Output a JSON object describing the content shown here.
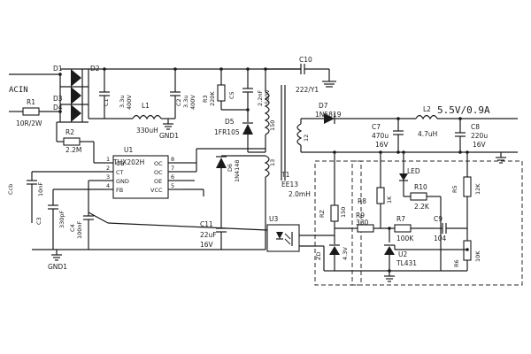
{
  "input": {
    "acin": "ACIN"
  },
  "output": {
    "rating": "5.5V/0.9A"
  },
  "components": {
    "d1": "D1",
    "d2": "D2",
    "d3": "D3",
    "d4": "D4",
    "r1": "R1",
    "r1_val": "10R/2W",
    "r2": "R2",
    "r2_val": "2.2M",
    "c1": "C1",
    "c1_val": "3.3u",
    "c1_v": "400V",
    "l1": "L1",
    "l1_val": "330uH",
    "c2": "C2",
    "c2_val": "3.3u",
    "c2_v": "400V",
    "gnd1": "GND1",
    "r3": "R3",
    "r3_val": "220K",
    "c5": "C5",
    "c5_val": "2.2nF",
    "c5_v": "500V",
    "c10": "C10",
    "c10_val": "222/Y1",
    "d5": "D5",
    "d5_val": "1FR105",
    "d6": "D6",
    "d6_val": "1N4148",
    "d7": "D7",
    "d7_val": "1N5819",
    "u1": "U1",
    "u1_val": "THX202H",
    "pin_ob": "OB",
    "pin_ct": "CT",
    "pin_gnd": "GND",
    "pin_fb": "FB",
    "pin_oc1": "OC",
    "pin_oc2": "OC",
    "pin_oe": "OE",
    "pin_vcc": "VCC",
    "n1": "1",
    "n2": "2",
    "n3": "3",
    "n4": "4",
    "n5": "5",
    "n6": "6",
    "n7": "7",
    "n8": "8",
    "ccb": "Ccb",
    "ccb_val": "10nF",
    "c3": "C3",
    "c3_val": "330pF",
    "c4": "C4",
    "c4_val": "100nF",
    "gnd_bottom": "GND1",
    "c11": "C11",
    "c11_val": "22uF",
    "c11_v": "16V",
    "t1": "T1",
    "t1_val": "EE13",
    "t1_l": "2.0mH",
    "turns_150": "150",
    "turns_12": "12",
    "turns_13": "13",
    "c7": "C7",
    "c7_val": "470u",
    "c7_v": "16V",
    "l2": "L2",
    "l2_val": "4.7uH",
    "c8": "C8",
    "c8_val": "220u",
    "c8_v": "16V",
    "led": "LED",
    "r10": "R10",
    "r10_val": "2.2K",
    "r8": "R8",
    "r8_val": "1K",
    "r5": "R5",
    "r5_val": "12K",
    "rz": "RZ",
    "rz_val": "150",
    "r9": "R9",
    "r9_val": "330",
    "r7": "R7",
    "r7_val": "100K",
    "c9": "C9",
    "c9_val": "104",
    "u3": "U3",
    "zd": "ZD",
    "zd_val": "4.3V",
    "u2": "U2",
    "u2_val": "TL431",
    "r6": "R6",
    "r6_val": "10K"
  }
}
